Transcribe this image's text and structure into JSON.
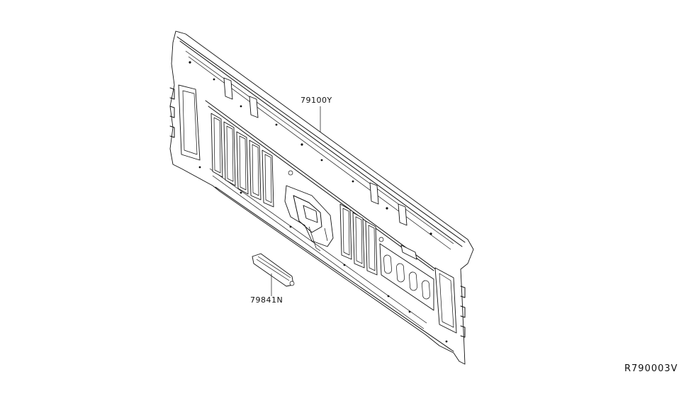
{
  "parts": [
    {
      "id": "rear-panel",
      "number": "79100Y"
    },
    {
      "id": "seal-bracket",
      "number": "79841N"
    }
  ],
  "reference_code": "R790003V"
}
